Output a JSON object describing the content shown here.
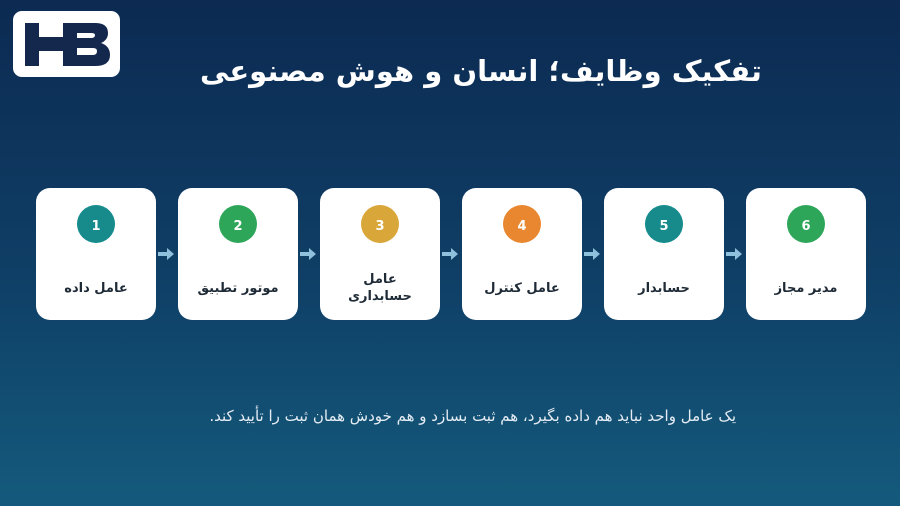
{
  "logo": {
    "text": "HB"
  },
  "title": "تفکیک وظایف؛ انسان و هوش مصنوعی",
  "steps": [
    {
      "number": "1",
      "label": "عامل داده",
      "color": "#178a8c"
    },
    {
      "number": "2",
      "label": "موتور تطبیق",
      "color": "#2ea65a"
    },
    {
      "number": "3",
      "label": "عامل حسابداری",
      "color": "#d9a63a"
    },
    {
      "number": "4",
      "label": "عامل کنترل",
      "color": "#e8872f"
    },
    {
      "number": "5",
      "label": "حسابدار",
      "color": "#178a8c"
    },
    {
      "number": "6",
      "label": "مدیر مجاز",
      "color": "#2ea65a"
    }
  ],
  "arrow_icon": "arrow-right-icon",
  "footer": "یک عامل واحد نباید هم داده بگیرد، هم ثبت بسازد و هم خودش همان ثبت را تأیید کند."
}
